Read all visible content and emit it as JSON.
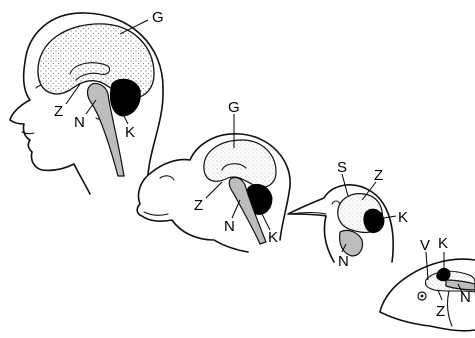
{
  "colors": {
    "background": "#ffffff",
    "line": "#111111",
    "brainstem": "#bdbdbd",
    "cerebellum": "#000000"
  },
  "labels": {
    "human": {
      "g": "G",
      "z": "Z",
      "n": "N",
      "k": "K"
    },
    "monkey": {
      "g": "G",
      "z": "Z",
      "n": "N",
      "k": "K"
    },
    "bird": {
      "s": "S",
      "z": "Z",
      "k": "K",
      "n": "N"
    },
    "fish": {
      "v": "V",
      "k": "K",
      "z": "Z",
      "n": "N"
    }
  }
}
